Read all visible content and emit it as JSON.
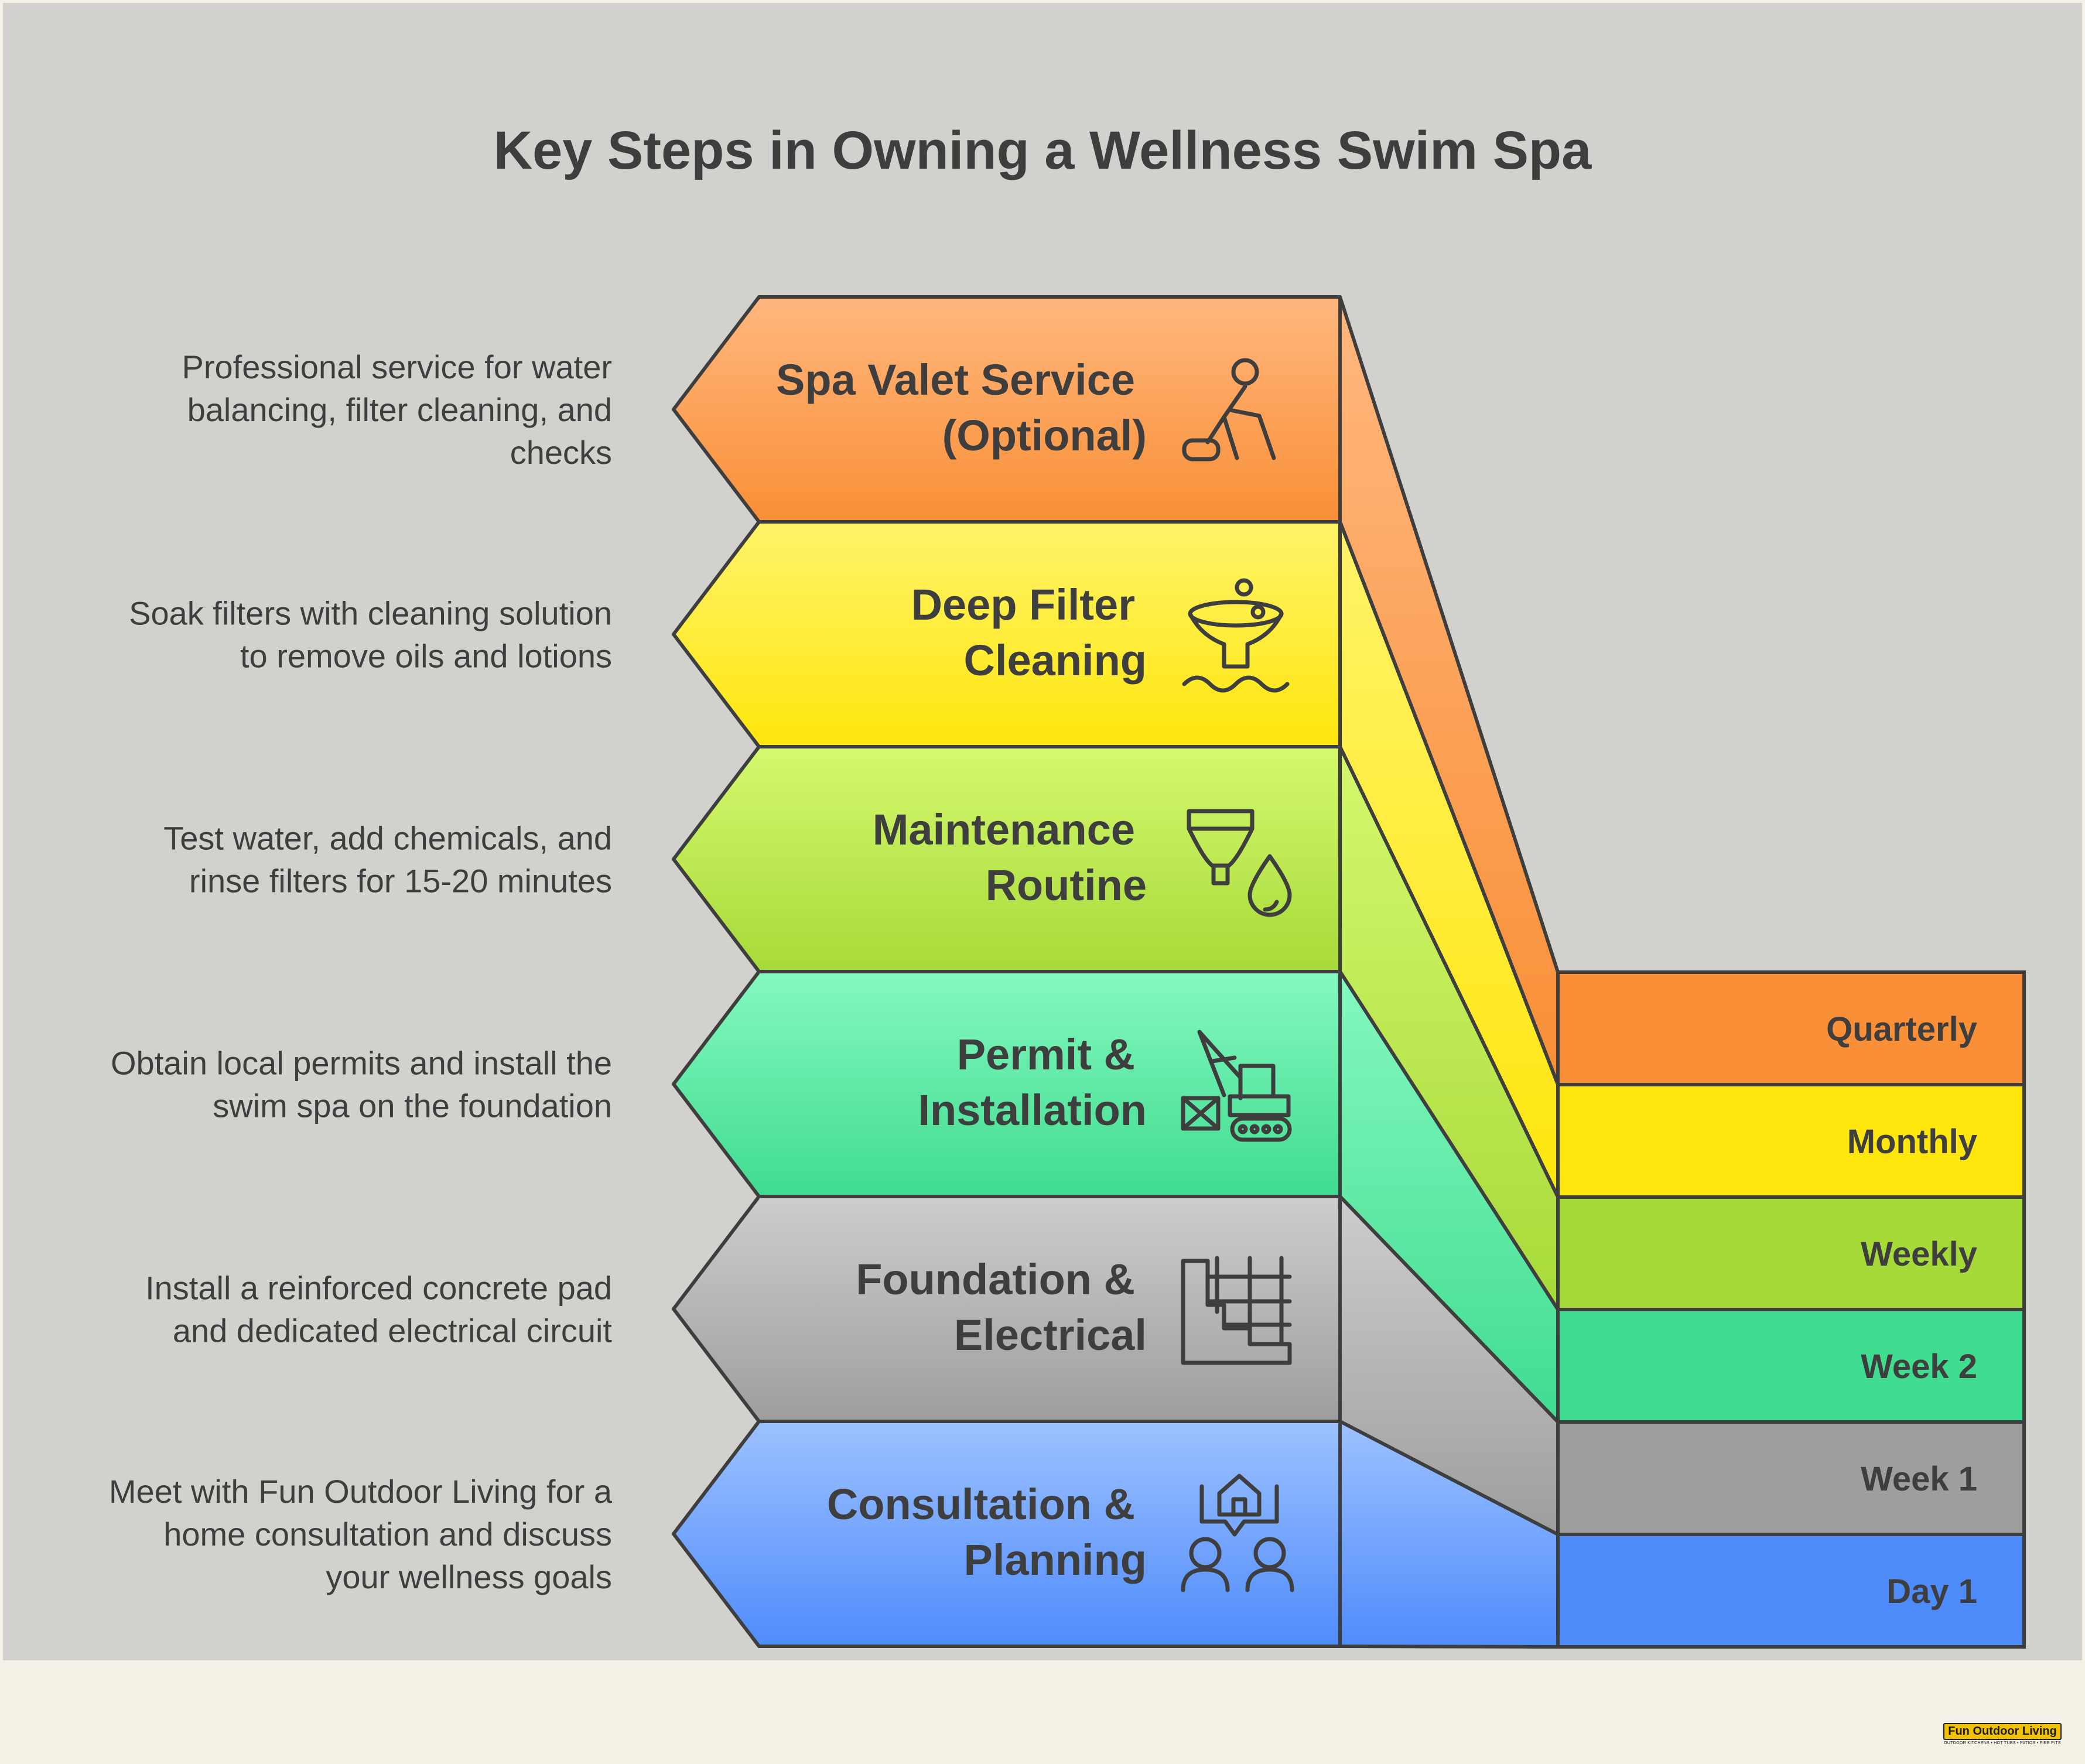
{
  "title": "Key Steps in Owning a Wellness Swim Spa",
  "steps": [
    {
      "lines": [
        "Spa Valet Service",
        "(Optional)"
      ],
      "description": [
        "Professional service for water",
        "balancing, filter cleaning, and",
        "checks"
      ],
      "timing": "Quarterly",
      "icon": "worker-cleaning-icon",
      "colors": [
        "#ffb77e",
        "#f98f36"
      ]
    },
    {
      "lines": [
        "Deep Filter",
        "Cleaning"
      ],
      "description": [
        "Soak filters with cleaning solution",
        "to remove oils and lotions"
      ],
      "timing": "Monthly",
      "icon": "filter-bowl-water-icon",
      "colors": [
        "#fff36a",
        "#ffe60d"
      ]
    },
    {
      "lines": [
        "Maintenance",
        "Routine"
      ],
      "description": [
        "Test water, add chemicals, and",
        "rinse filters for 15-20 minutes"
      ],
      "timing": "Weekly",
      "icon": "filter-drop-icon",
      "colors": [
        "#d6f86e",
        "#a6da39"
      ]
    },
    {
      "lines": [
        "Permit &",
        "Installation"
      ],
      "description": [
        "Obtain local permits and install the",
        "swim spa on the foundation"
      ],
      "timing": "Week 2",
      "icon": "crane-excavator-icon",
      "colors": [
        "#84f8c0",
        "#40dc8f"
      ]
    },
    {
      "lines": [
        "Foundation &",
        "Electrical"
      ],
      "description": [
        "Install a reinforced concrete pad",
        "and dedicated electrical circuit"
      ],
      "timing": "Week 1",
      "icon": "foundation-grid-icon",
      "colors": [
        "#cdcdcd",
        "#9e9e9e"
      ]
    },
    {
      "lines": [
        "Consultation &",
        "Planning"
      ],
      "description": [
        "Meet with Fun Outdoor Living for a",
        "home consultation and discuss",
        "your wellness goals"
      ],
      "timing": "Day 1",
      "icon": "consultation-people-icon",
      "colors": [
        "#9dc1ff",
        "#4f8cfb"
      ]
    }
  ],
  "background": "#d3d1ce",
  "footer_background": "#f4f1e6",
  "logo": {
    "name": "Fun Outdoor Living",
    "tagline": "OUTDOOR KITCHENS • HOT TUBS • PATIOS • FIRE PITS"
  }
}
